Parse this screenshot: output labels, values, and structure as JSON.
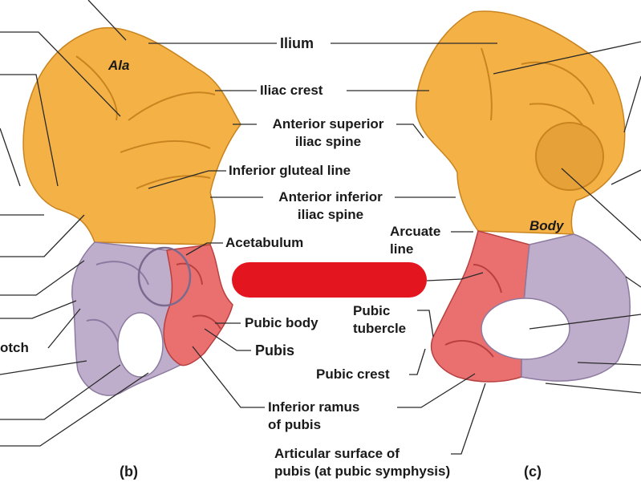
{
  "labels": {
    "ilium": "Ilium",
    "ala": "Ala",
    "iliac_crest": "Iliac crest",
    "asis_line1": "Anterior superior",
    "asis_line2": "iliac spine",
    "inferior_gluteal": "Inferior gluteal line",
    "aiis_line1": "Anterior inferior",
    "aiis_line2": "iliac spine",
    "acetabulum": "Acetabulum",
    "arcuate_line1": "Arcuate",
    "arcuate_line2": "line",
    "body": "Body",
    "pubic_body": "Pubic body",
    "pubis": "Pubis",
    "pubic_tubercle_line1": "Pubic",
    "pubic_tubercle_line2": "tubercle",
    "pubic_crest": "Pubic crest",
    "inferior_ramus_line1": "Inferior ramus",
    "inferior_ramus_line2": "of pubis",
    "articular_line1": "Articular surface of",
    "articular_line2": "pubis (at pubic symphysis)",
    "notch_fragment": "otch",
    "panel_b": "(b)",
    "panel_c": "(c)"
  },
  "colors": {
    "ilium": "#f4b246",
    "ilium_shade": "#d98e22",
    "ischium": "#bfaecb",
    "ischium_shade": "#9c88ad",
    "pubis": "#ea7070",
    "pubis_shade": "#cc4848",
    "leader": "#2a2a2a",
    "redaction": "#e3151f"
  }
}
